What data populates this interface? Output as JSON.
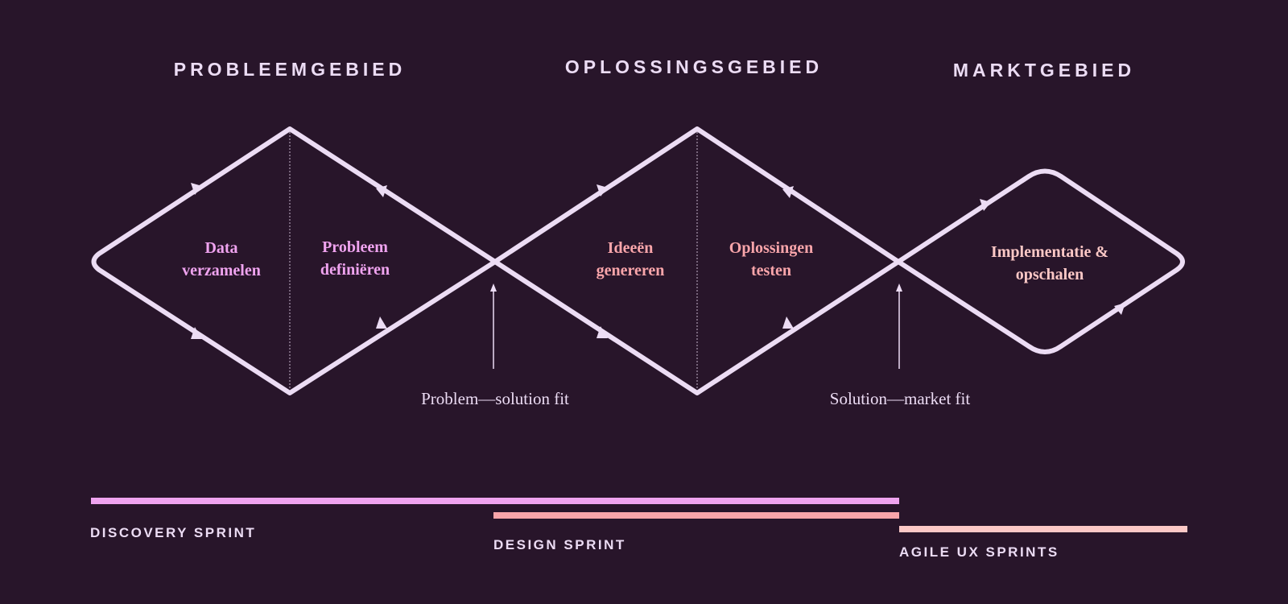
{
  "headings": {
    "problem_area": "PROBLEEMGEBIED",
    "solution_area": "OPLOSSINGSGEBIED",
    "market_area": "MARKTGEBIED"
  },
  "phases": {
    "collect_data": "Data\nverzamelen",
    "define_problem": "Probleem\ndefiniëren",
    "generate_ideas": "Ideeën\ngenereren",
    "test_solutions": "Oplossingen\ntesten",
    "implement_scale": "Implementatie &\nopschalen"
  },
  "fits": {
    "problem_solution": "Problem—solution fit",
    "solution_market": "Solution—market fit"
  },
  "sprints": {
    "discovery": "DISCOVERY SPRINT",
    "design": "DESIGN SPRINT",
    "agile": "AGILE UX SPRINTS"
  },
  "colors": {
    "background": "#28152a",
    "line": "#ecdcf4",
    "discovery": "#efa3ef",
    "design": "#f9a5aa",
    "agile": "#fcc8c6"
  }
}
